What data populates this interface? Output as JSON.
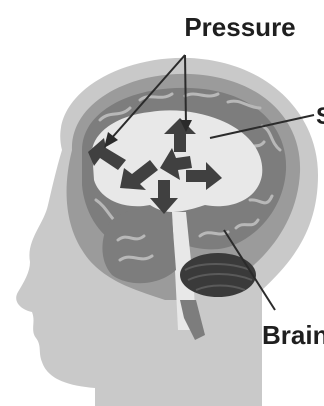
{
  "labels": {
    "pressure": "Pressure",
    "brain": "Brain",
    "cut_off_label": "S"
  },
  "colors": {
    "skin": "#c9c9c9",
    "skull": "#9b9b9b",
    "brain_outer": "#7d7d7d",
    "ventricle": "#e8e8e8",
    "cerebellum": "#3a3a3a",
    "arrow": "#404040",
    "leader_line": "#2b2b2b"
  },
  "icons": {
    "pressure_arrows": "pressure-arrow-icon"
  }
}
